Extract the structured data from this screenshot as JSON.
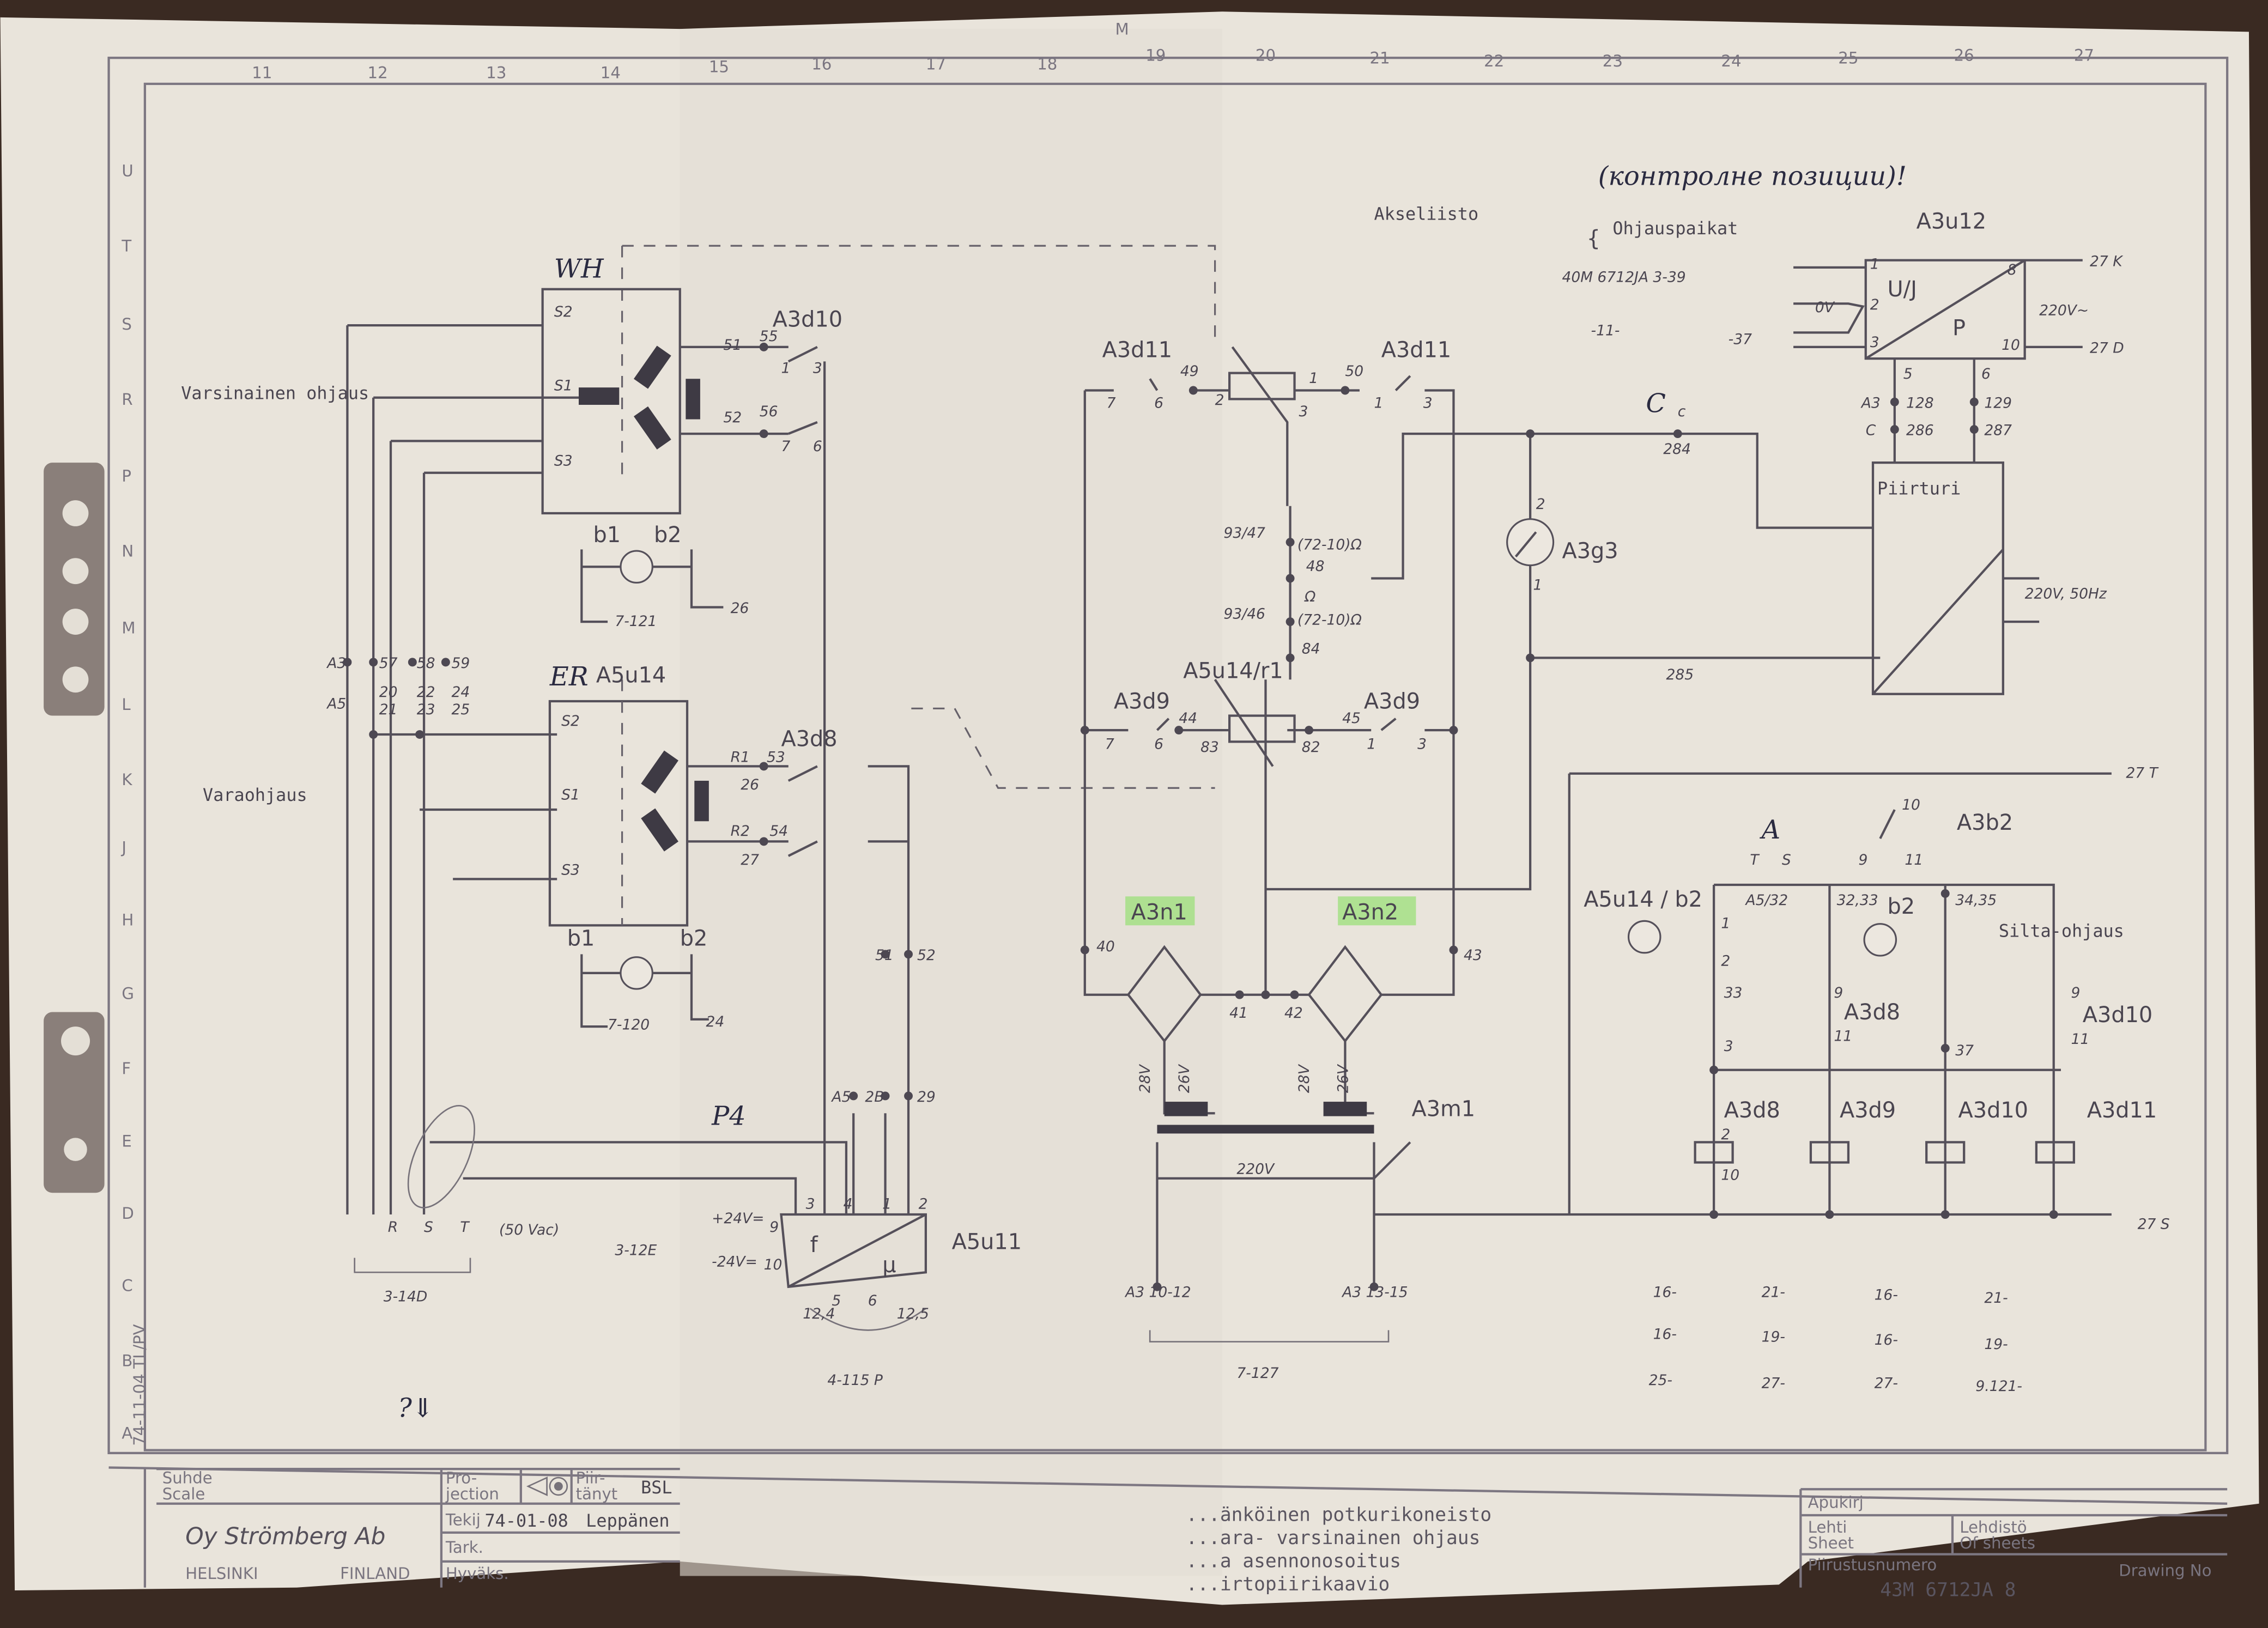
{
  "grid": {
    "columns": [
      "11",
      "12",
      "13",
      "14",
      "15",
      "16",
      "17",
      "18",
      "19",
      "20",
      "21",
      "22",
      "23",
      "24",
      "25",
      "26",
      "27"
    ],
    "column_marker": "M",
    "rows": [
      "U",
      "T",
      "S",
      "R",
      "P",
      "N",
      "M",
      "L",
      "K",
      "J",
      "H",
      "G",
      "F",
      "E",
      "D",
      "C",
      "B",
      "A"
    ]
  },
  "sections": {
    "main_control": "Varsinainen ohjaus",
    "backup_control": "Varaohjaus",
    "shafting": "Akseliisto",
    "control_stations": "Ohjauspaikat"
  },
  "handwritten": {
    "note_top": "(контролне позиции)!",
    "wh": "WH",
    "er": "ER",
    "p4": "P4",
    "c_mark": "C",
    "a_mark": "A",
    "question": "?⇓"
  },
  "upper_selsyn": {
    "relay": "A3d10",
    "s2": "S2",
    "s1": "S1",
    "s3": "S3",
    "t51": "51",
    "t55": "55",
    "t52": "52",
    "t56": "56",
    "c1": "1",
    "c3": "3",
    "c7": "7",
    "c6": "6",
    "b1": "b1",
    "b2": "b2",
    "ref1": "7-121",
    "ref2": "26"
  },
  "terminals_a3": {
    "label": "A3",
    "values": [
      "57",
      "58",
      "59"
    ]
  },
  "terminals_a5": {
    "label": "A5",
    "values": [
      "20",
      "21",
      "22",
      "23",
      "24",
      "25"
    ]
  },
  "lower_selsyn": {
    "name": "A5u14",
    "relay": "A3d8",
    "s2": "S2",
    "s1": "S1",
    "s3": "S3",
    "r1": "R1",
    "r2": "R2",
    "t53": "53",
    "t26": "26",
    "t54": "54",
    "t27": "27",
    "b1": "b1",
    "b2": "b2",
    "ref1": "7-120",
    "ref2": "24"
  },
  "left_bottom": {
    "t51": "51",
    "t52": "52",
    "a5": "A5",
    "t2b": "2B",
    "t29": "29",
    "r": "R",
    "s": "S",
    "t": "T",
    "supply": "(50 Vac)",
    "ref_314d": "3-14D",
    "ref_312e": "3-12E",
    "plus24": "+24V=",
    "minus24": "-24V=",
    "p3": "3",
    "p4": "4",
    "p1": "1",
    "p2": "2",
    "p9": "9",
    "p10": "10",
    "module": "A5u11",
    "f_sym": "f",
    "mu_sym": "μ",
    "pins_bottom": [
      "5",
      "6",
      "12,4",
      "12,5"
    ],
    "ref_4115p": "4-115 P"
  },
  "center": {
    "relay_left": "A3d11",
    "relay_right": "A3d11",
    "t49": "49",
    "t50": "50",
    "c7": "7",
    "c6": "6",
    "c2": "2",
    "c1": "1",
    "c3": "3",
    "c1b": "1",
    "c3b": "3",
    "r1": "93/47",
    "r2": "48",
    "r3": "(72-10)Ω",
    "r4": "93/46",
    "r5": "84",
    "r6": "(72-10)Ω",
    "omega": "Ω",
    "pot": "A5u14/r1",
    "relay_d9_left": "A3d9",
    "relay_d9_right": "A3d9",
    "t44": "44",
    "t83": "83",
    "t82": "82",
    "t45": "45",
    "c7b": "7",
    "c6b": "6",
    "c3c": "3",
    "c1c": "1",
    "bridge1": "A3n1",
    "bridge2": "A3n2",
    "t40": "40",
    "t41": "41",
    "t42": "42",
    "t43": "43",
    "v28a": "28V",
    "v26a": "26V",
    "v28b": "28V",
    "v26b": "26V",
    "transformer": "A3m1",
    "v220": "220V",
    "ref_a3_1012": "A3 10-12",
    "ref_a3_1315": "A3 13-15",
    "ref_7127": "7-127"
  },
  "right_top": {
    "module": "A3u12",
    "ref1": "40M 6712JA 3-39",
    "ref2": "-11-",
    "ref3": "-37",
    "zero_v": "0V",
    "uj": "U/J",
    "p": "P",
    "pin1": "1",
    "pin2": "2",
    "pin3": "3",
    "pin8": "8",
    "pin10": "10",
    "pin5": "5",
    "pin6": "6",
    "v220": "220V~",
    "out_k": "27 K",
    "out_d": "27 D",
    "a3": "A3",
    "t128": "128",
    "t129": "129",
    "c": "C",
    "t286": "286",
    "t287": "287",
    "recorder": "Piirturi",
    "rec_supply": "220V, 50Hz",
    "c_small": "c",
    "t284": "284",
    "t285": "285",
    "meter": "A3g3",
    "m2": "2",
    "m1": "1"
  },
  "right_bottom": {
    "out_t": "27 T",
    "switch": "A3b2",
    "s10": "10",
    "s9": "9",
    "s11": "11",
    "tr": "T",
    "ts": "S",
    "b2_left": "A5u14 / b2",
    "a5_32": "A5/32",
    "t3233": "32,33",
    "b2": "b2",
    "t3435": "34,35",
    "bridge_ctrl": "Silta-ohjaus",
    "t33": "33",
    "t3": "3",
    "t37": "37",
    "k1": "1",
    "k2": "2",
    "d8_contact": "A3d8",
    "d10_contact": "A3d10",
    "c9": "9",
    "c11": "11",
    "c9b": "9",
    "c11b": "11",
    "coils": [
      "A3d8",
      "A3d9",
      "A3d10",
      "A3d11"
    ],
    "coil_pin_top": "2",
    "coil_pin_bottom": "10",
    "out_s": "27 S",
    "contact_table": [
      [
        "16-",
        "21-",
        "16-",
        "21-"
      ],
      [
        "16-",
        "19-",
        "16-",
        "19-"
      ],
      [
        "25-",
        "27-",
        "27-",
        "9.121-"
      ]
    ]
  },
  "title_block": {
    "scale_fi": "Suhde",
    "scale_en": "Scale",
    "projection_fi": "Pro-",
    "projection_en": "jection",
    "drawn_fi": "Piir-",
    "drawn_en": "tänyt",
    "drawn_by": "BSL",
    "designer_label": "Tekij",
    "date": "74-01-08",
    "designer": "Leppänen",
    "checked": "Tark.",
    "approved": "Hyväks.",
    "company": "Oy Strömberg Ab",
    "city": "HELSINKI",
    "country": "FINLAND",
    "title_lines": [
      "...änköinen potkurikoneisto",
      "...ara- varsinainen ohjaus",
      "...a asennonosoitus",
      "...irtopiirikaavio"
    ],
    "aux_label": "Apukirj",
    "sheet_fi": "Lehti",
    "sheet_en": "Sheet",
    "of_fi": "Lehdistö",
    "of_en": "Of sheets",
    "drawing_no_fi": "Piirustusnumero",
    "drawing_no_en": "Drawing No",
    "drawing_no": "43M  6712JA  8",
    "revisions": [
      "74-11-04 TL/PV"
    ]
  }
}
